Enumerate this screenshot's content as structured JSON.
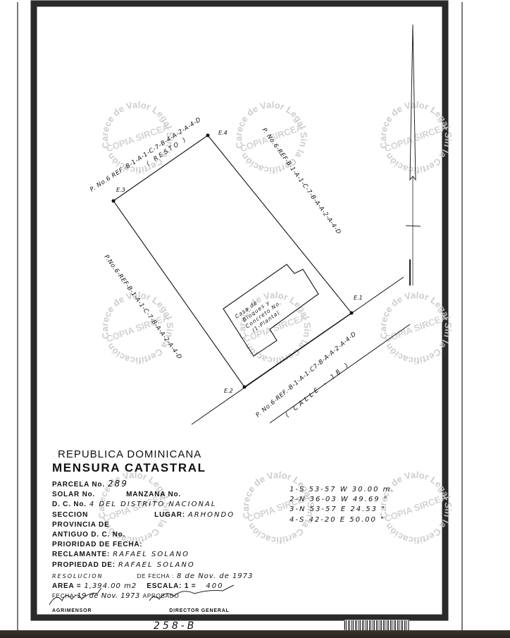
{
  "watermark": {
    "ring_text": "Carece de Valor Legal Sin la Certificación Correspondiente.",
    "center_text": "COPIA SIRCEA"
  },
  "plan": {
    "corners": {
      "e1": "E.1",
      "e2": "E.2",
      "e3": "E.3",
      "e4": "E.4"
    },
    "label_north": "P. No.6 REF.-B-1-A-1-C-7-B-4-A-2-A-4-D",
    "label_north_sub": "( RESTO )",
    "label_east": "P. No.6-REF-B-1-A-1-C-7-B-A-A-2-A-4-D",
    "label_west": "P.No.6-REF-B-1-A-1-C-7-B-A-A-2-A-4-D",
    "label_south": "P. No.6-REF.-B-1-A-1-C7-B-A-A-2-A-4-D",
    "label_south_sub": "( CALLE - 18 )",
    "building": [
      "Casa de",
      "Bloques y",
      "Concreto No.",
      "(1-Planta)"
    ]
  },
  "bearings": [
    "1-S 53-57 W  30.00  m.",
    "2-N 36-03 W  49.69  \"",
    "3-N 53-57 E  24.53  \"",
    "4-S 42-20 E  50.00  \""
  ],
  "title_block": {
    "country": "REPUBLICA DOMINICANA",
    "title": "MENSURA CATASTRAL",
    "parcela_label": "PARCELA No.",
    "parcela_value": "289",
    "solar_label": "SOLAR No.",
    "manzana_label": "MANZANA No.",
    "dc_label": "D. C. No.",
    "dc_value": "4 DEL DISTRITO NACIONAL",
    "seccion_label": "SECCION",
    "lugar_label": "LUGAR:",
    "lugar_value": "ARHONDO",
    "provincia_label": "PROVINCIA DE",
    "antiguo_label": "ANTIGUO D. C. No.",
    "prioridad_label": "PRIORIDAD DE FECHA:",
    "reclamante_label": "RECLAMANTE:",
    "reclamante_value": "RAFAEL SOLANO",
    "propiedad_label": "PROPIEDAD DE:",
    "propiedad_value": "RAFAEL SOLANO",
    "resolucion_value": "RESOLUCION",
    "defecha_label": "DE FECHA :",
    "defecha_value": "8 de Nov. de 1973",
    "area_label": "AREA =",
    "area_value": "1,394.00 m2",
    "escala_label": "ESCALA: 1 =",
    "escala_value": "400",
    "fecha_label": "FECHA:",
    "fecha_value": "19 de Nov. 1973",
    "aprobado_label": "APROBADO",
    "agrimensor_label": "AGRIMENSOR",
    "director_label": "DIRECTOR GENERAL"
  },
  "footer": {
    "sheet_number": "258-B"
  }
}
